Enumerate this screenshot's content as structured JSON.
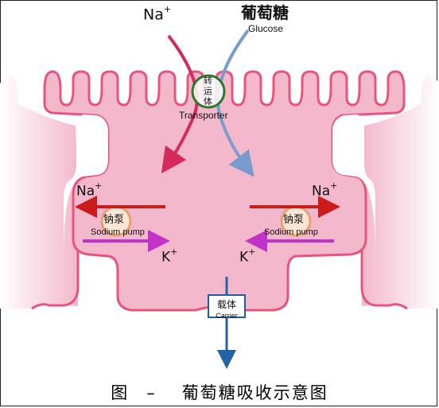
{
  "labels": {
    "na_top": "Na",
    "na_top_sup": "+",
    "glucose_cn": "葡萄糖",
    "glucose_en": "Glucose",
    "transporter_cn_1": "转",
    "transporter_cn_2": "运",
    "transporter_cn_3": "体",
    "transporter_en": "Transporter",
    "na_left": "Na",
    "na_right": "Na",
    "na_sup": "+",
    "pump_cn": "钠泵",
    "pump_en": "Sodium pump",
    "k_left": "K",
    "k_right": "K",
    "k_sup": "+",
    "carrier_cn": "载体",
    "carrier_en": "Carrier"
  },
  "caption": {
    "prefix": "图",
    "dash": "–",
    "text": "葡萄糖吸收示意图"
  },
  "colors": {
    "cell_fill": "#f3b8cc",
    "cell_stroke": "#e8547f",
    "na_arrow": "#d42a5c",
    "glucose_arrow": "#7a9ccc",
    "red_arrow": "#cc1b1b",
    "magenta_arrow": "#c233c8",
    "carrier_arrow": "#2163a8",
    "transporter_ring": "#2a7a2a",
    "pump_ring": "#e8a070"
  }
}
